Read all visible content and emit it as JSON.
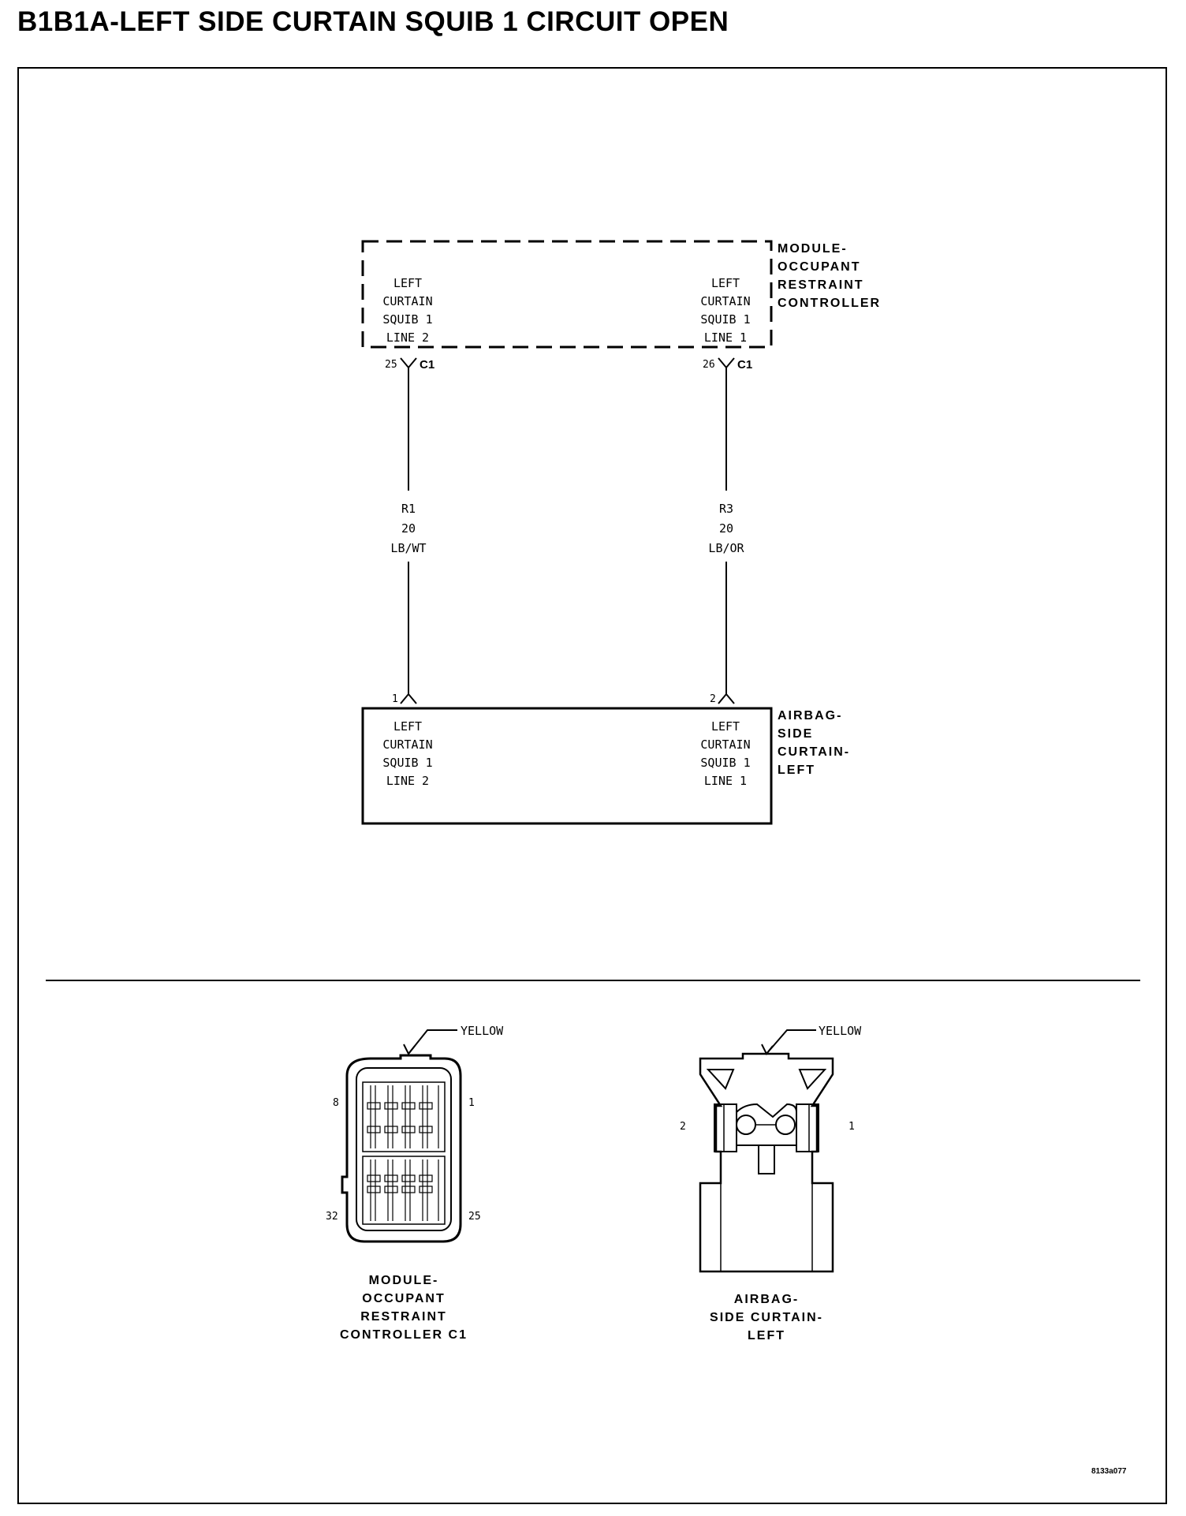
{
  "title": "B1B1A-LEFT SIDE CURTAIN SQUIB 1 CIRCUIT OPEN",
  "module": {
    "name_lines": [
      "MODULE-",
      "OCCUPANT",
      "RESTRAINT",
      "CONTROLLER"
    ],
    "left_pin_lines": [
      "LEFT",
      "CURTAIN",
      "SQUIB 1",
      "LINE 2"
    ],
    "right_pin_lines": [
      "LEFT",
      "CURTAIN",
      "SQUIB 1",
      "LINE 1"
    ],
    "left_pin_number": "25",
    "right_pin_number": "26",
    "connector": "C1"
  },
  "wires": {
    "left": [
      "R1",
      "20",
      "LB/WT"
    ],
    "right": [
      "R3",
      "20",
      "LB/OR"
    ]
  },
  "airbag": {
    "name_lines": [
      "AIRBAG-",
      "SIDE",
      "CURTAIN-",
      "LEFT"
    ],
    "left_pin_lines": [
      "LEFT",
      "CURTAIN",
      "SQUIB 1",
      "LINE 2"
    ],
    "right_pin_lines": [
      "LEFT",
      "CURTAIN",
      "SQUIB 1",
      "LINE 1"
    ],
    "left_pin_number": "1",
    "right_pin_number": "2"
  },
  "connector_views": {
    "module_c1": {
      "color_label": "YELLOW",
      "pin_labels": {
        "top_left": "8",
        "top_right": "1",
        "bottom_left": "32",
        "bottom_right": "25"
      },
      "caption_lines": [
        "MODULE-",
        "OCCUPANT",
        "RESTRAINT",
        "CONTROLLER C1"
      ]
    },
    "airbag": {
      "color_label": "YELLOW",
      "pin_labels": {
        "left": "2",
        "right": "1"
      },
      "caption_lines": [
        "AIRBAG-",
        "SIDE CURTAIN-",
        "LEFT"
      ]
    }
  },
  "figure_code": "8133a077"
}
